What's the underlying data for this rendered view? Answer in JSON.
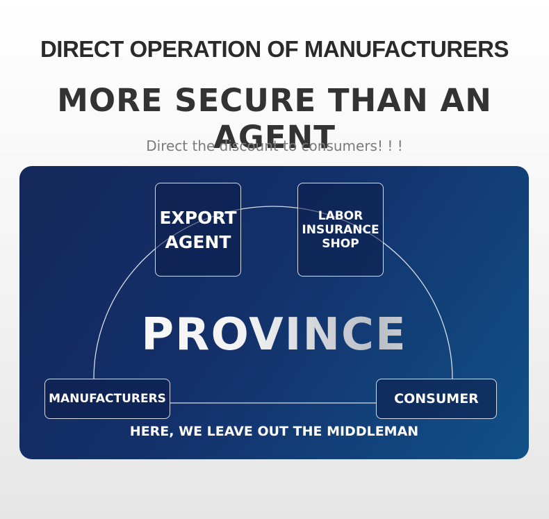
{
  "header": {
    "title_line1": "DIRECT OPERATION OF MANUFACTURERS",
    "title_line2": "MORE SECURE THAN AN AGENT",
    "subtitle": "Direct the discount to consumers! ! !"
  },
  "diagram": {
    "center_word": "PROVINCE",
    "nodes": {
      "export_agent": "EXPORT\nAGENT",
      "labor_shop": "LABOR\nINSURANCE\nSHOP",
      "manufacturers": "MANUFACTURERS",
      "consumer": "CONSUMER"
    },
    "footer": "HERE, WE LEAVE OUT THE MIDDLEMAN"
  },
  "colors": {
    "panel_dark": "#14285a",
    "panel_light": "#125087",
    "line": "#d8dde8",
    "title_text": "#2a2a2a",
    "subtitle_text": "#7a7a7a"
  }
}
